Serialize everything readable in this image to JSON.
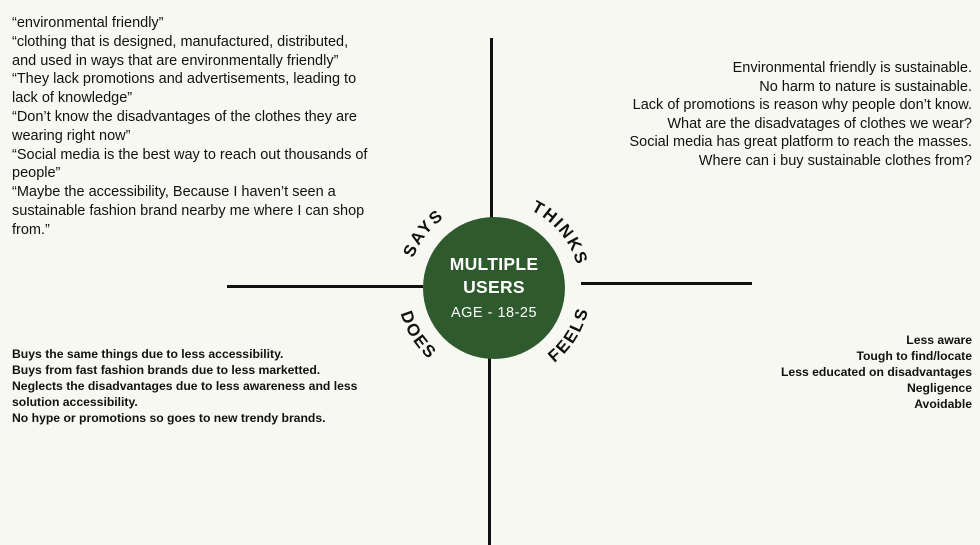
{
  "center": {
    "title_line1": "MULTIPLE",
    "title_line2": "USERS",
    "subtitle": "AGE - 18-25",
    "color": "#2e5a2d"
  },
  "quadrant_labels": {
    "says": "SAYS",
    "thinks": "THINKS",
    "does": "DOES",
    "feels": "FEELS"
  },
  "says": [
    "“environmental friendly”",
    "“clothing that is designed, manufactured, distributed, and used in ways that are environmentally friendly”",
    "“They lack promotions and advertisements, leading to lack of knowledge”",
    "“Don’t know the disadvantages of the clothes they are wearing right now”",
    "“Social media is the best way to reach out thousands of people”",
    "“Maybe the accessibility, Because I haven’t seen a sustainable fashion brand nearby me where I can shop from.”"
  ],
  "thinks": [
    "Environmental friendly is sustainable.",
    "No harm to nature is sustainable.",
    "Lack of promotions is reason why  people don’t know.",
    "What are the disadvatages of clothes we wear?",
    "Social media has great platform to reach the masses.",
    "Where can i buy sustainable clothes from?"
  ],
  "does": [
    "Buys the same things due to less accessibility.",
    "Buys from fast fashion brands due to less marketted.",
    "Neglects the disadvantages due to less awareness and less solution accessibility.",
    "No hype or promotions so goes to new trendy brands."
  ],
  "feels": [
    "Less aware",
    "Tough to find/locate",
    "Less  educated on disadvantages",
    "Negligence",
    "Avoidable"
  ]
}
